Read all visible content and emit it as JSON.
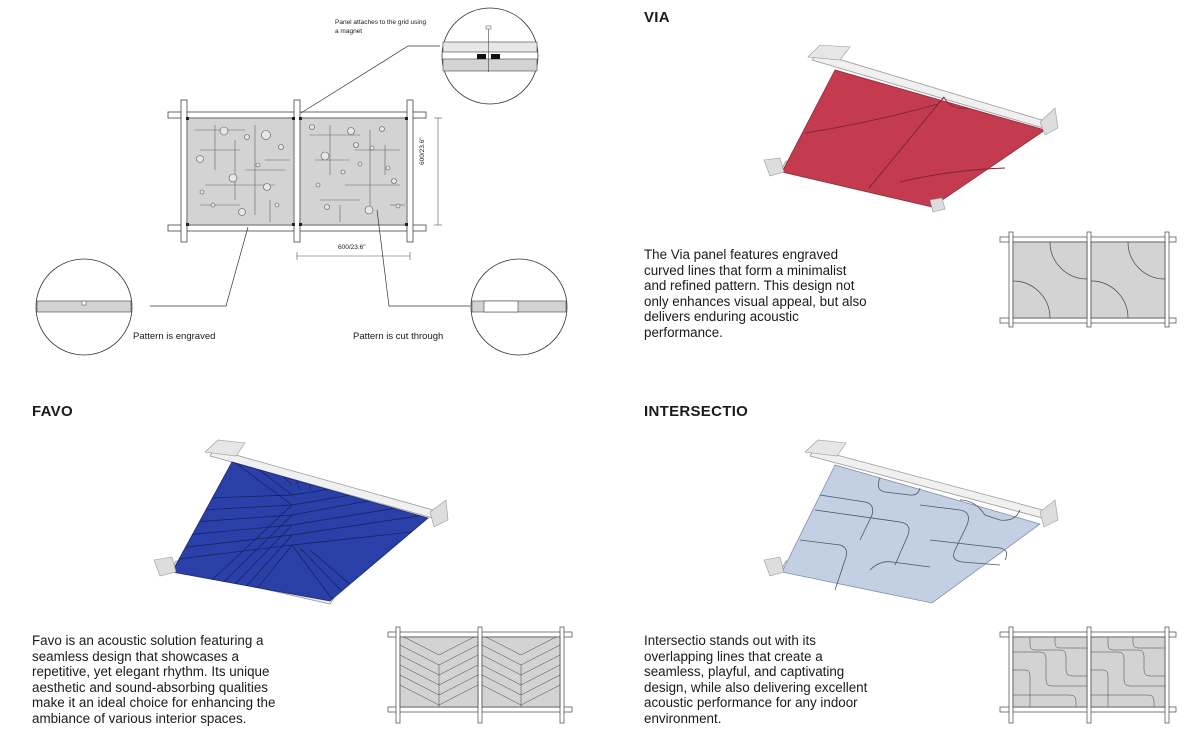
{
  "labels": {
    "magnet": "Panel attaches to the grid using a magnet",
    "engraved": "Pattern is engraved",
    "cut_through": "Pattern is cut through",
    "dim_vertical": "600/23.6\"",
    "dim_horizontal": "600/23.6\""
  },
  "via": {
    "title": "VIA",
    "description": "The Via panel features engraved curved lines that form a minimalist and refined pattern. This design not only enhances visual appeal, but also delivers enduring acoustic performance.",
    "color": "#c43b4f"
  },
  "favo": {
    "title": "FAVO",
    "description": "Favo is an acoustic solution featuring a seamless design that showcases a repetitive, yet elegant rhythm. Its unique aesthetic and sound-absorbing qualities make it an ideal choice for enhancing the ambiance of various interior spaces.",
    "color": "#2a3fa8"
  },
  "intersectio": {
    "title": "INTERSECTIO",
    "description": "Intersectio stands out with its overlapping lines that create a seamless, playful, and captivating design, while also delivering excellent acoustic performance for any indoor environment.",
    "color": "#c3cfe3"
  }
}
